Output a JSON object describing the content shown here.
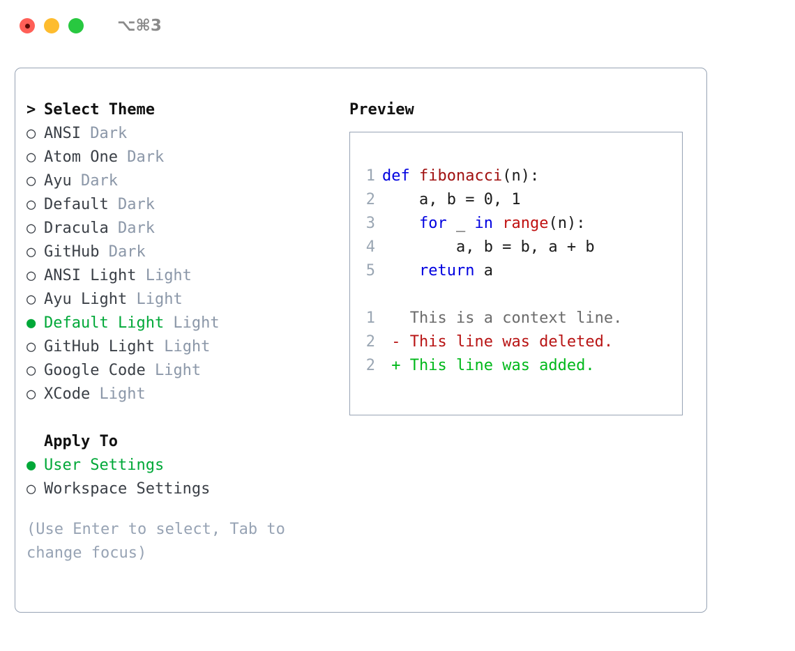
{
  "titlebar": {
    "shortcut": "⌥⌘3",
    "buttons": [
      {
        "name": "close",
        "color": "#ff5f57"
      },
      {
        "name": "minimize",
        "color": "#febc2e"
      },
      {
        "name": "maximize",
        "color": "#28c840"
      }
    ]
  },
  "theme_panel": {
    "header_caret": ">",
    "header": "Select Theme",
    "bullet_unselected": "○",
    "bullet_selected": "●",
    "items": [
      {
        "label": "ANSI",
        "tag": "Dark",
        "selected": false
      },
      {
        "label": "Atom One",
        "tag": "Dark",
        "selected": false
      },
      {
        "label": "Ayu",
        "tag": "Dark",
        "selected": false
      },
      {
        "label": "Default",
        "tag": "Dark",
        "selected": false
      },
      {
        "label": "Dracula",
        "tag": "Dark",
        "selected": false
      },
      {
        "label": "GitHub",
        "tag": "Dark",
        "selected": false
      },
      {
        "label": "ANSI Light",
        "tag": "Light",
        "selected": false
      },
      {
        "label": "Ayu Light",
        "tag": "Light",
        "selected": false
      },
      {
        "label": "Default Light",
        "tag": "Light",
        "selected": true
      },
      {
        "label": "GitHub Light",
        "tag": "Light",
        "selected": false
      },
      {
        "label": "Google Code",
        "tag": "Light",
        "selected": false
      },
      {
        "label": "XCode",
        "tag": "Light",
        "selected": false
      }
    ]
  },
  "apply_to": {
    "header": "Apply To",
    "items": [
      {
        "label": "User Settings",
        "selected": true
      },
      {
        "label": "Workspace Settings",
        "selected": false
      }
    ]
  },
  "hint": "(Use Enter to select, Tab to change focus)",
  "preview": {
    "title": "Preview",
    "code_lines": [
      {
        "no": "1",
        "tokens": [
          {
            "t": "def",
            "c": "kw"
          },
          {
            "t": " ",
            "c": "plain"
          },
          {
            "t": "fibonacci",
            "c": "fn"
          },
          {
            "t": "(n):",
            "c": "punct"
          }
        ]
      },
      {
        "no": "2",
        "tokens": [
          {
            "t": "    a, b = 0, 1",
            "c": "plain"
          }
        ]
      },
      {
        "no": "3",
        "tokens": [
          {
            "t": "    ",
            "c": "plain"
          },
          {
            "t": "for",
            "c": "kw"
          },
          {
            "t": " _ ",
            "c": "plain"
          },
          {
            "t": "in",
            "c": "kw"
          },
          {
            "t": " ",
            "c": "plain"
          },
          {
            "t": "range",
            "c": "fn2"
          },
          {
            "t": "(n):",
            "c": "punct"
          }
        ]
      },
      {
        "no": "4",
        "tokens": [
          {
            "t": "        a, b = b, a + b",
            "c": "plain"
          }
        ]
      },
      {
        "no": "5",
        "tokens": [
          {
            "t": "    ",
            "c": "plain"
          },
          {
            "t": "return",
            "c": "kw"
          },
          {
            "t": " a",
            "c": "plain"
          }
        ]
      }
    ],
    "diff_lines": [
      {
        "no": "1",
        "marker": " ",
        "text": "This is a context line.",
        "kind": "diff-ctx"
      },
      {
        "no": "2",
        "marker": "-",
        "text": "This line was deleted.",
        "kind": "diff-del"
      },
      {
        "no": "2",
        "marker": "+",
        "text": "This line was added.",
        "kind": "diff-add"
      }
    ]
  },
  "colors": {
    "accent_green": "#00a838",
    "muted_gray": "#8b97a8",
    "border": "#97a3b4",
    "keyword_blue": "#0000e0",
    "function_red": "#a01010",
    "diff_delete_red": "#b81414",
    "diff_add_green": "#00b81a"
  }
}
